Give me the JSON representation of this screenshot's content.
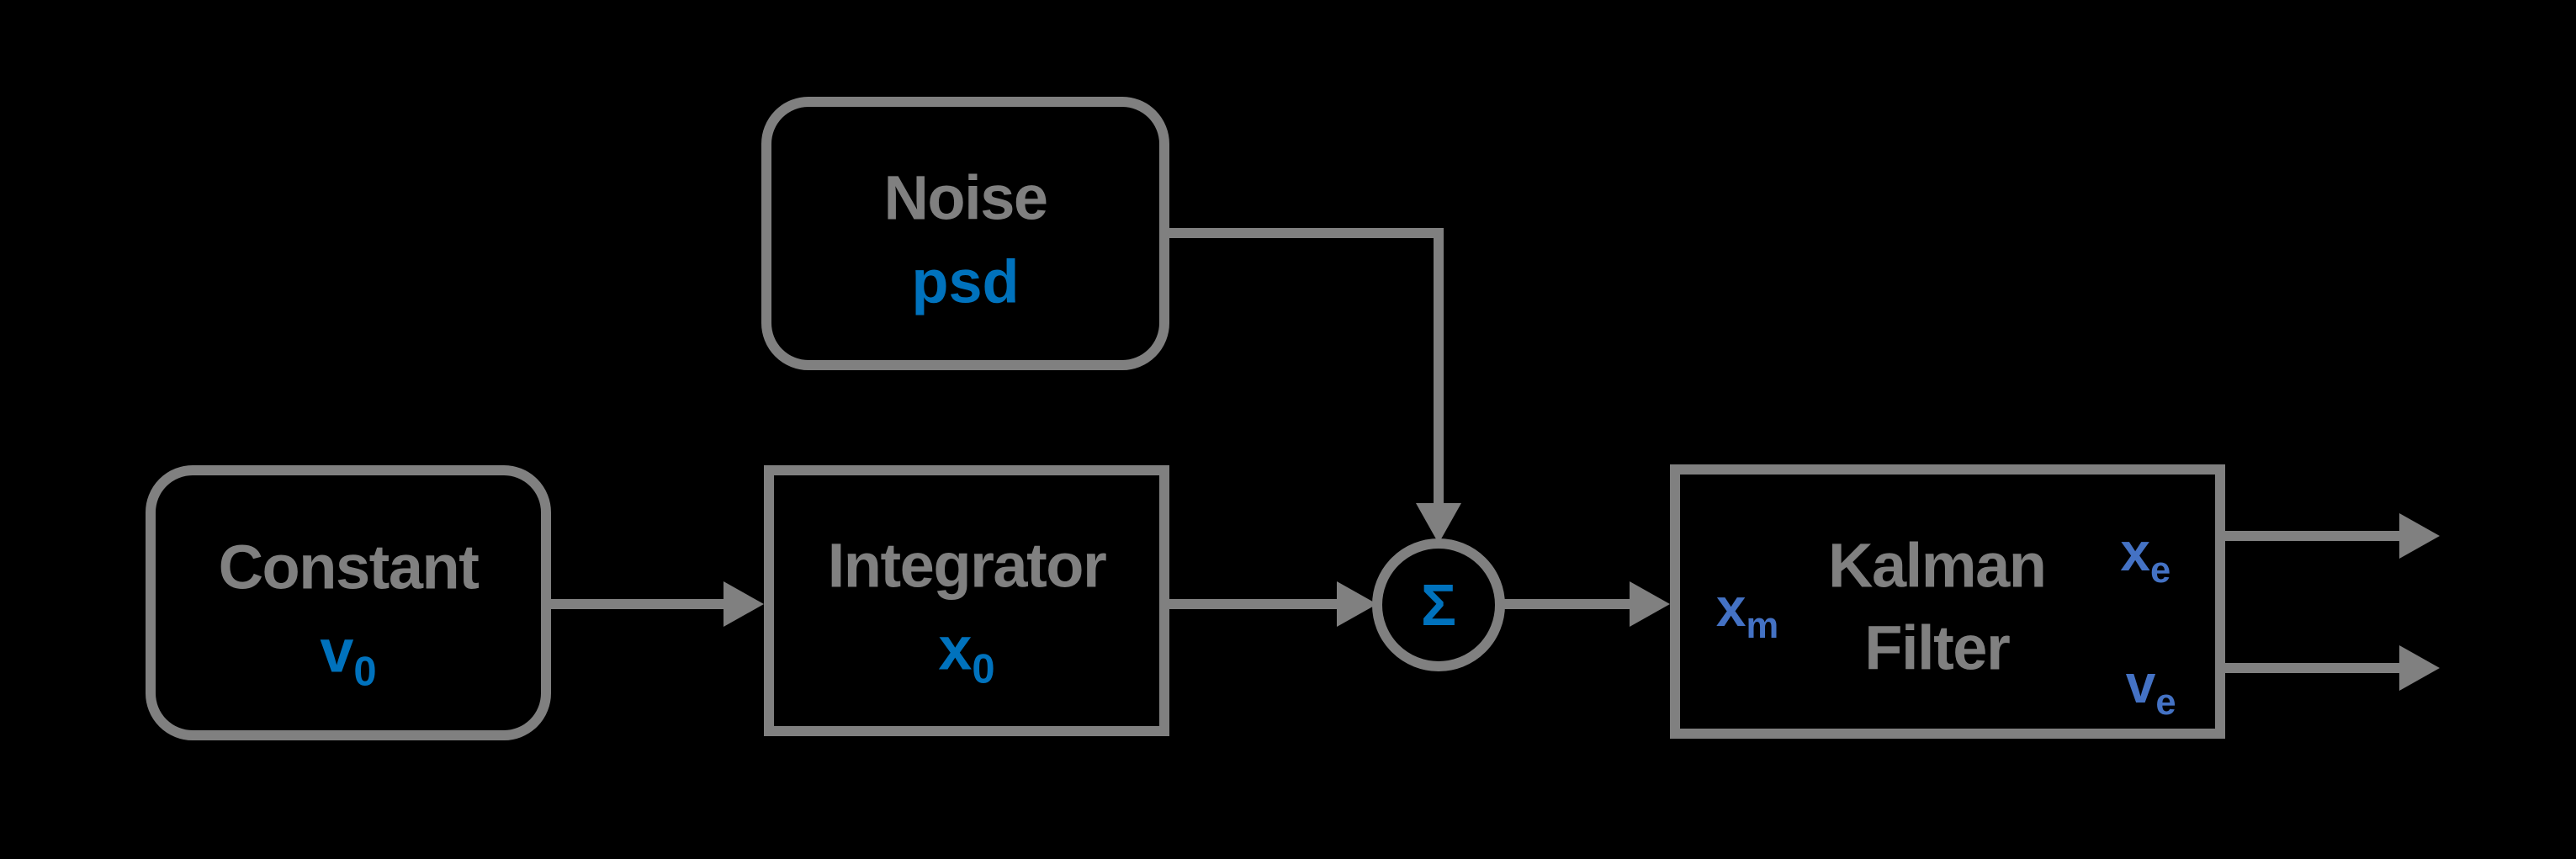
{
  "colors": {
    "background": "#000000",
    "gray": "#808080",
    "parameter_blue": "#0072BD",
    "port_blue": "#4472C4"
  },
  "diagram": {
    "noise_block": {
      "label": "Noise",
      "param": {
        "base": "psd",
        "sub": ""
      }
    },
    "constant_block": {
      "label": "Constant",
      "param": {
        "base": "v",
        "sub": "0"
      }
    },
    "integrator_block": {
      "label": "Integrator",
      "param": {
        "base": "x",
        "sub": "0"
      }
    },
    "sum_junction": {
      "symbol": "Σ"
    },
    "kalman_block": {
      "title_line1": "Kalman",
      "title_line2": "Filter",
      "input_port": {
        "base": "x",
        "sub": "m"
      },
      "output_port_top": {
        "base": "x",
        "sub": "e"
      },
      "output_port_bottom": {
        "base": "v",
        "sub": "e"
      }
    }
  }
}
